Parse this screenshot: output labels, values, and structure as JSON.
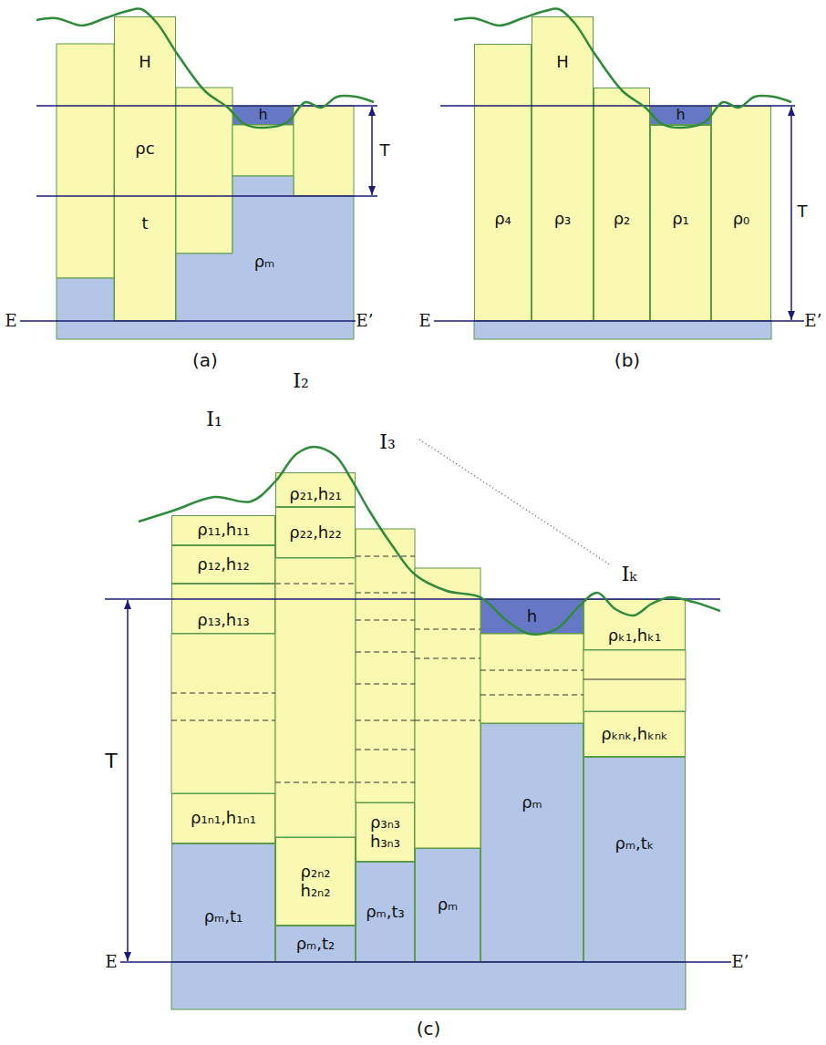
{
  "diagram": {
    "nodes": [
      {
        "text": [
          "H",
          "ρc",
          "t"
        ]
      },
      {
        "text": [
          "h"
        ]
      },
      {
        "text": [
          "ρ₄"
        ]
      },
      {
        "text": [
          "H",
          "ρ₃"
        ]
      },
      {
        "text": [
          "ρ₂"
        ]
      },
      {
        "text": [
          "h"
        ]
      },
      {
        "text": [
          "ρ₁"
        ]
      },
      {
        "text": [
          "ρ₀"
        ]
      },
      {
        "text": [
          "ρ₁₁,h₁₁"
        ]
      },
      {
        "text": [
          "ρ₁₂,h₁₂"
        ]
      },
      {
        "text": [
          "ρ₁₃,h₁₃"
        ]
      },
      {
        "text": [
          "ρ₁ₙ₁,h₁ₙ₁"
        ]
      },
      {
        "text": [
          "ρₘ,t₁"
        ]
      },
      {
        "text": [
          "ρ₂₁,h₂₁"
        ]
      },
      {
        "text": [
          "ρ₂₂,h₂₂"
        ]
      },
      {
        "text": [
          "ρ₂ₙ₂ h₂ₙ₂"
        ]
      },
      {
        "text": [
          "ρₘ,t₂"
        ]
      },
      {
        "text": [
          "ρ₃ₙ₃ h₃ₙ₃"
        ]
      },
      {
        "text": [
          "ρₘ,t₃"
        ]
      },
      {
        "text": [
          "ρₘ"
        ]
      },
      {
        "text": [
          "h"
        ]
      },
      {
        "text": [
          "ρₘ"
        ]
      },
      {
        "text": [
          "ρₖ₁,hₖ₁"
        ]
      },
      {
        "text": [
          "ρₖₙₖ,hₖₙₖ"
        ]
      },
      {
        "text": [
          "ρₘ,tₖ"
        ]
      }
    ],
    "labels": [
      "T",
      "ρₘ",
      "E",
      "E’",
      "(a)",
      "T",
      "E",
      "E’",
      "(b)",
      "I₁",
      "I₂",
      "I₃",
      "Iₖ",
      "T",
      "E",
      "E’",
      "(c)"
    ]
  }
}
